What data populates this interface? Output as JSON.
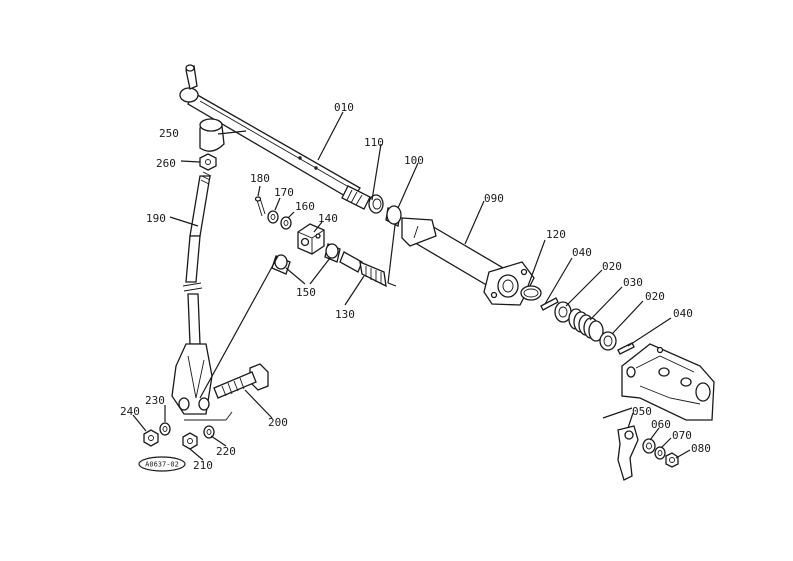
{
  "diagram": {
    "reference_code": "A0637-02",
    "parts": {
      "p010": "010",
      "p020a": "020",
      "p020b": "020",
      "p030": "030",
      "p040a": "040",
      "p040b": "040",
      "p050": "050",
      "p060": "060",
      "p070": "070",
      "p080": "080",
      "p090": "090",
      "p100": "100",
      "p110": "110",
      "p120": "120",
      "p130": "130",
      "p140": "140",
      "p150": "150",
      "p160": "160",
      "p170": "170",
      "p180": "180",
      "p190": "190",
      "p200": "200",
      "p210": "210",
      "p220": "220",
      "p230": "230",
      "p240": "240",
      "p250": "250",
      "p260": "260"
    }
  }
}
